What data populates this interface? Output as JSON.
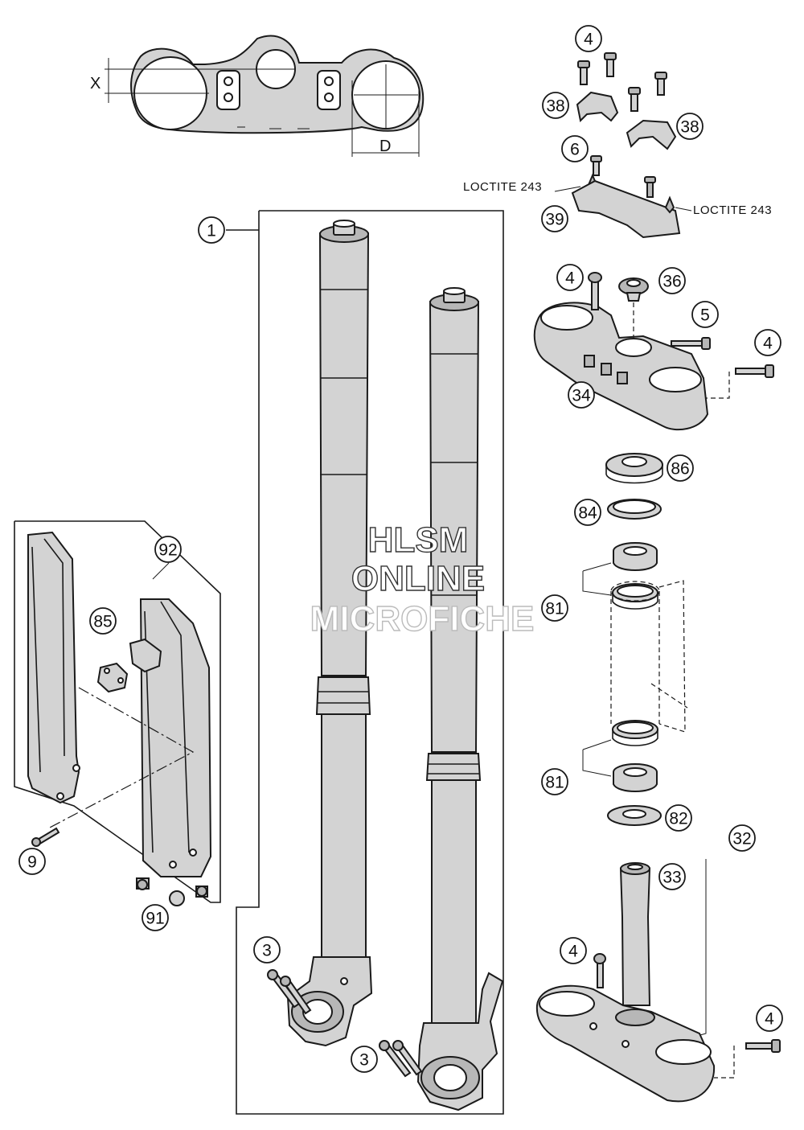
{
  "callouts": {
    "c1": "1",
    "c3a": "3",
    "c3b": "3",
    "c4a": "4",
    "c4b": "4",
    "c4c": "4",
    "c4d": "4",
    "c4e": "4",
    "c5": "5",
    "c6": "6",
    "c9": "9",
    "c32": "32",
    "c33": "33",
    "c34": "34",
    "c36": "36",
    "c38a": "38",
    "c38b": "38",
    "c39": "39",
    "c81a": "81",
    "c81b": "81",
    "c82": "82",
    "c84": "84",
    "c85": "85",
    "c86": "86",
    "c91": "91",
    "c92": "92"
  },
  "labels": {
    "loctite_left": "LOCTITE 243",
    "loctite_right": "LOCTITE 243",
    "dim_x": "X",
    "dim_d": "D"
  },
  "watermark": {
    "line1": "HLSM",
    "line2": "ONLINE",
    "line3": "MICROFICHE"
  }
}
